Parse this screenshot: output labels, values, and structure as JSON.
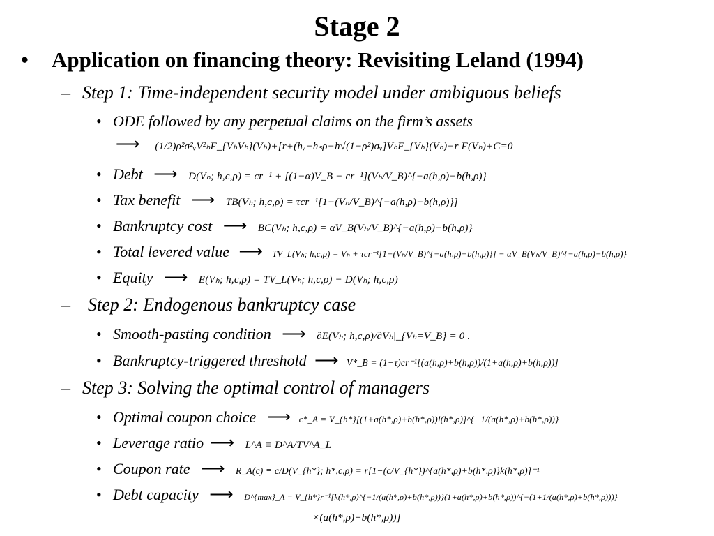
{
  "title": "Stage 2",
  "heading": "Application on financing theory: Revisiting Leland (1994)",
  "bullet": "•",
  "dash": "–",
  "arrow": "⟶",
  "step1": {
    "label": "Step 1: Time-independent security model under ambiguous beliefs",
    "ode_label": "ODE followed by any perpetual claims on the firm’s assets",
    "ode_formula": "(1/2)ρ²σ²ᵥV²ₕF_{VₕVₕ}(Vₕ)+[r+(hᵥ−hₛρ−h√(1−ρ²)σᵥ]VₕF_{Vₕ}(Vₕ)−r F(Vₕ)+C=0",
    "items": [
      {
        "label": "Debt",
        "formula": "D(Vₕ; h,c,ρ) = cr⁻¹ + [(1−α)V_B − cr⁻¹](Vₕ/V_B)^{−a(h,ρ)−b(h,ρ)}"
      },
      {
        "label": "Tax benefit",
        "formula": "TB(Vₕ; h,c,ρ) = τcr⁻¹[1−(Vₕ/V_B)^{−a(h,ρ)−b(h,ρ)}]"
      },
      {
        "label": "Bankruptcy cost",
        "formula": "BC(Vₕ; h,c,ρ) = αV_B(Vₕ/V_B)^{−a(h,ρ)−b(h,ρ)}"
      },
      {
        "label": "Total levered value",
        "formula": "TV_L(Vₕ; h,c,ρ) = Vₕ + τcr⁻¹[1−(Vₕ/V_B)^{−a(h,ρ)−b(h,ρ)}] − αV_B(Vₕ/V_B)^{−a(h,ρ)−b(h,ρ)}"
      },
      {
        "label": "Equity",
        "formula": "E(Vₕ; h,c,ρ) = TV_L(Vₕ; h,c,ρ) − D(Vₕ; h,c,ρ)"
      }
    ]
  },
  "step2": {
    "label": "Step 2: Endogenous bankruptcy case",
    "items": [
      {
        "label": "Smooth-pasting condition",
        "formula": "∂E(Vₕ; h,c,ρ)/∂Vₕ|_{Vₕ=V_B} = 0 ."
      },
      {
        "label": "Bankruptcy-triggered threshold",
        "formula": "V*_B = (1−τ)cr⁻¹[(a(h,ρ)+b(h,ρ))/(1+a(h,ρ)+b(h,ρ))]"
      }
    ]
  },
  "step3": {
    "label": "Step 3: Solving the optimal control of managers",
    "items": [
      {
        "label": "Optimal coupon choice",
        "formula": "c*_A = V_{h*}[(1+a(h*,ρ)+b(h*,ρ))l(h*,ρ)]^{−1/(a(h*,ρ)+b(h*,ρ))}"
      },
      {
        "label": "Leverage ratio",
        "formula": "L^A ≡ D^A/TV^A_L"
      },
      {
        "label": "Coupon rate",
        "formula": "R_A(c) ≡ c/D(V_{h*}; h*,c,ρ) = r[1−(c/V_{h*})^{a(h*,ρ)+b(h*,ρ)}k(h*,ρ)]⁻¹"
      },
      {
        "label": "Debt capacity",
        "formula": "D^{max}_A = V_{h*}r⁻¹[k(h*,ρ)^{−1/(a(h*,ρ)+b(h*,ρ))}(1+a(h*,ρ)+b(h*,ρ))^{−(1+1/(a(h*,ρ)+b(h*,ρ)))}",
        "formula_cont": "×(a(h*,ρ)+b(h*,ρ))]"
      }
    ]
  }
}
